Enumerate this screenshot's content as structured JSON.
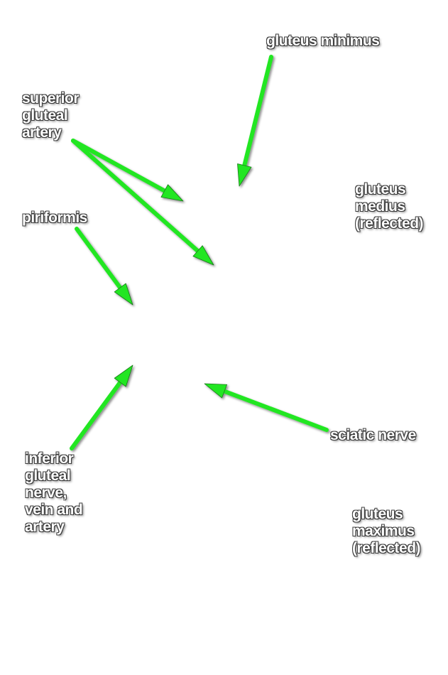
{
  "arrow_color": "#22e622",
  "labels": {
    "gluteus_minimus": "gluteus minimus",
    "superior_gluteal_artery": "superior\ngluteal\nartery",
    "gluteus_medius": "gluteus\nmedius\n(reflected)",
    "piriformis": "piriformis",
    "sciatic_nerve": "sciatic nerve",
    "inferior_gluteal": "inferior\ngluteal\nnerve,\nvein and\nartery",
    "gluteus_maximus": "gluteus\nmaximus\n(reflected)"
  }
}
